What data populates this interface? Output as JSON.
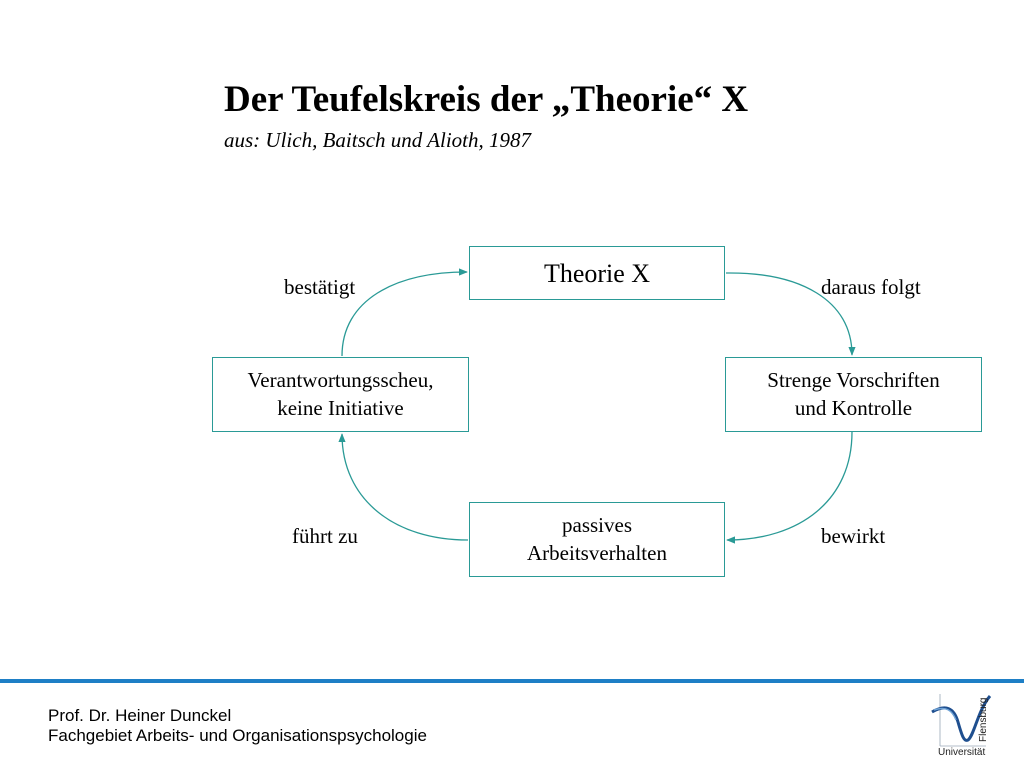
{
  "slide": {
    "title": "Der Teufelskreis der „Theorie“ X",
    "subtitle": "aus: Ulich, Baitsch und Alioth, 1987"
  },
  "diagram": {
    "nodes": {
      "top": [
        "Theorie X"
      ],
      "right": [
        "Strenge Vorschriften",
        "und Kontrolle"
      ],
      "bottom": [
        "passives",
        "Arbeitsverhalten"
      ],
      "left": [
        "Verantwortungsscheu,",
        "keine Initiative"
      ]
    },
    "edges": {
      "top_to_right": "daraus folgt",
      "right_to_bottom": "bewirkt",
      "bottom_to_left": "führt zu",
      "left_to_top": "bestätigt"
    },
    "accent_color": "#2a9a96"
  },
  "footer": {
    "author": "Prof. Dr. Heiner Dunckel",
    "department": "Fachgebiet Arbeits- und Organisationspsychologie",
    "line_color": "#1e7fc6",
    "logo": {
      "icon": "university-logo-icon",
      "text_main": "Universität",
      "text_city": "Flensburg"
    }
  }
}
